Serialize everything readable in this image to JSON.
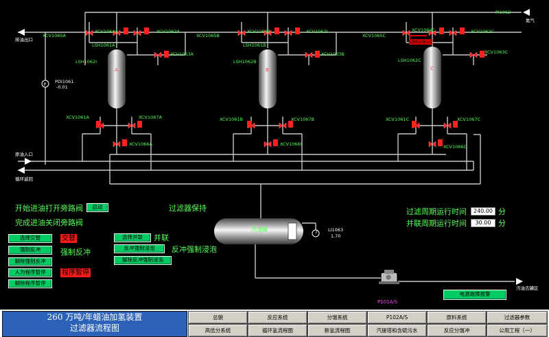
{
  "title": {
    "line1": "260 万吨/年蜡油加氢装置",
    "line2": "过滤器流程图"
  },
  "external": {
    "tag_tr": "PI1062",
    "nitrogen": "氮气",
    "backwash_out": "排油出口",
    "feed_in": "原油入口",
    "recycle": "循环返回",
    "wash_out": "污油去罐区"
  },
  "instruments": {
    "pdi_tag": "PDI1061",
    "pdi_value": "-0.01",
    "li_tag": "LI1063",
    "li_value": "1.70"
  },
  "filters": [
    {
      "label": "A",
      "v5": "XCV1065A",
      "v4": "XCV1064A",
      "v2": "XCV1062A",
      "v3": "XCV1063A",
      "lsh_top": "LSH1061A",
      "lsh_side": "LSH1062I",
      "v1": "XCV1061A",
      "v7": "XCV1067A",
      "v6": "XCV1066A"
    },
    {
      "label": "B",
      "v5": "XCV1065B",
      "v4": "XCV1064B",
      "v2": "XCV1062I",
      "v3": "XCV1063B",
      "lsh_top": "LSH1061B",
      "lsh_side": "LSH1062B",
      "v1": "XCV1061B",
      "v7": "XCV1067B",
      "v6": "XCV1066I"
    },
    {
      "label": "C",
      "v5": "XCV1065C",
      "v4": "XCV1064C",
      "v2": "XCV1062C",
      "v3": "XCV1063C",
      "lsh_top": "LSH1061C",
      "lsh_side": "LSH1062C",
      "v1": "XCV1061C",
      "v7": "XCV1067C",
      "v6": "XCV1066C"
    }
  ],
  "tank": {
    "label": "污油罐"
  },
  "pump": {
    "label": "P101A/S"
  },
  "status": {
    "line1": "开始进油打开旁路阀",
    "line2": "完成进油关闭旁路阀",
    "start_btn": "启动",
    "filter_hold": "过滤器保持"
  },
  "right_panel": {
    "cycle1_label": "过滤周期运行时间",
    "cycle1_value": "240.00",
    "cycle1_unit": "分",
    "cycle2_label": "并联周期运行时间",
    "cycle2_value": "30.00",
    "cycle2_unit": "分"
  },
  "controls": {
    "left_buttons": [
      "选择交替",
      "强制反冲",
      "解除强制反冲",
      "人为程序暂停",
      "解除程序暂停"
    ],
    "red_state1": "交替",
    "state_text1": "强制反冲",
    "red_state2": "程序暂停",
    "mid_buttons": [
      "选择并联",
      "反冲强制浸泡",
      "解除反冲强制浸泡"
    ],
    "mid_text1": "并联",
    "mid_text2": "反冲强制浸泡",
    "alarm_btn": "电源故障报警"
  },
  "nav": {
    "row1": [
      "总貌",
      "反应系统",
      "分馏系统",
      "P102A/S",
      "原料系统",
      "过滤器参数"
    ],
    "row2": [
      "高低分系统",
      "循环氢流程图",
      "新氢流程图",
      "汽提塔和含硫污水",
      "反应分馏冲",
      "公用工程（一）"
    ]
  },
  "colors": {
    "pipe": "#c8c8c8",
    "valve": "#ff2020",
    "hot": "#dc0000",
    "green_text": "#55ff55",
    "button": "#00cc66",
    "title_bg": "#2b62b8"
  }
}
